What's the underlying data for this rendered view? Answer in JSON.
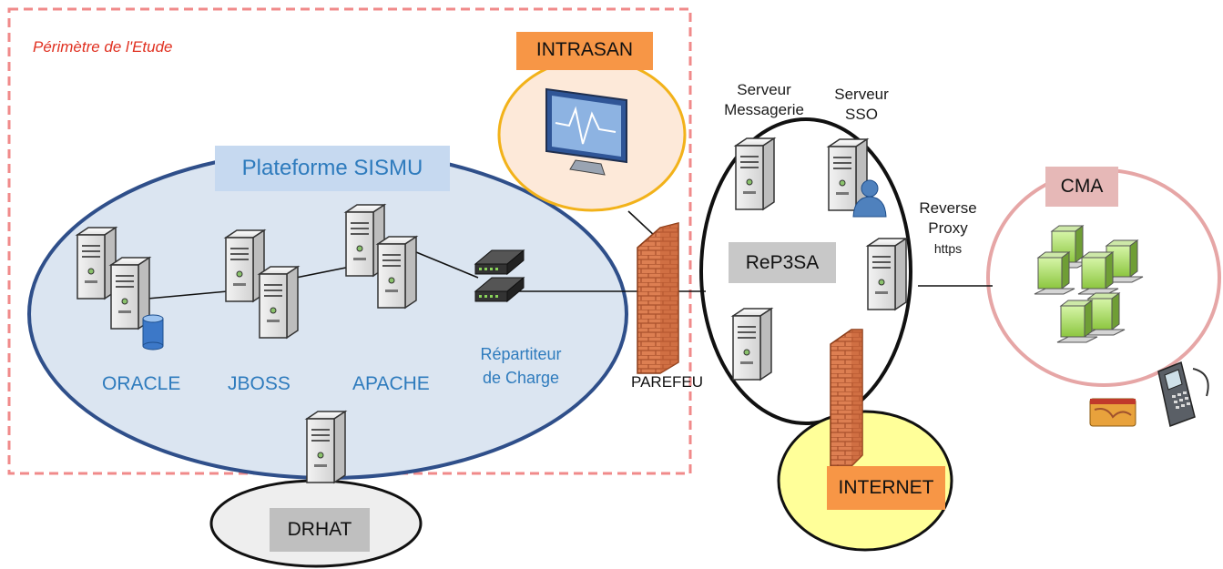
{
  "perimeter": {
    "label": "Périmètre de l'Etude"
  },
  "sismu": {
    "title": "Plateforme SISMU",
    "oracle": "ORACLE",
    "jboss": "JBOSS",
    "apache": "APACHE",
    "repartiteur": [
      "Répartiteur",
      "de Charge"
    ]
  },
  "intrasan": {
    "title": "INTRASAN"
  },
  "parefeu": {
    "label": "PAREFEU"
  },
  "rep3sa": {
    "title": "ReP3SA",
    "messagerie": [
      "Serveur",
      "Messagerie"
    ],
    "sso": [
      "Serveur",
      "SSO"
    ],
    "proxy": [
      "Reverse",
      "Proxy"
    ],
    "proxy_protocol": "https"
  },
  "cma": {
    "title": "CMA"
  },
  "internet": {
    "title": "INTERNET"
  },
  "drhat": {
    "title": "DRHAT"
  },
  "colors": {
    "sismu_fill": "#dbe5f1",
    "sismu_border": "#2f4f8a",
    "label_blue": "#2e7bbd",
    "perimeter": "#f08a8a",
    "intrasan_fill": "#fde9d9",
    "intrasan_border": "#f2b21a",
    "orange_box": "#f79646",
    "internet_fill": "#ffff99",
    "cma_border": "#e6a6a6",
    "cma_box": "#e6b8b7",
    "grey_box": "#bfbfbf",
    "light_blue_box": "#c6d9f0",
    "firewall": "#d9784a"
  }
}
